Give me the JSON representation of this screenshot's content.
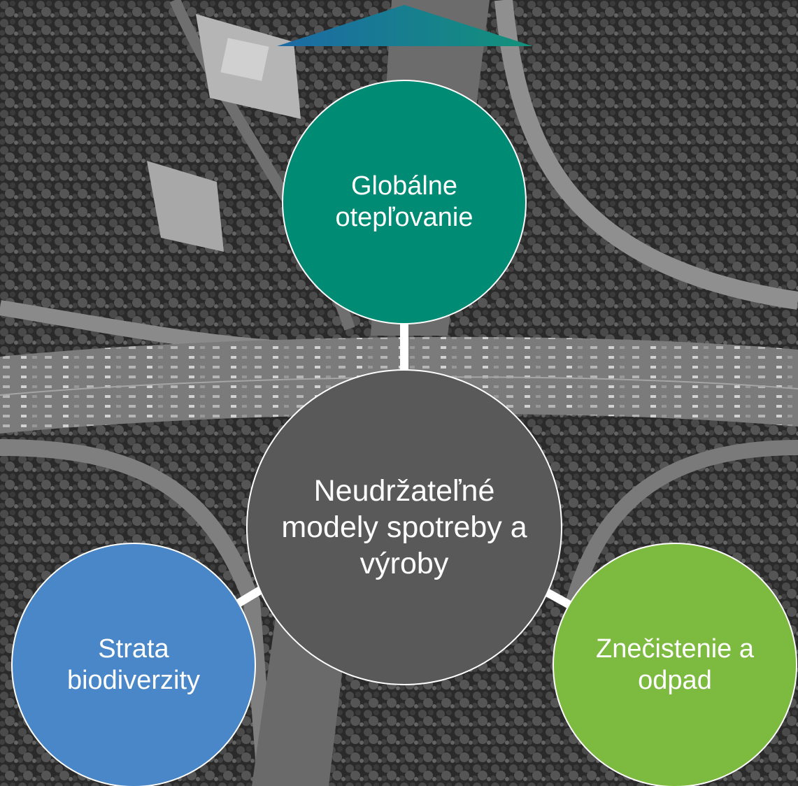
{
  "diagram": {
    "center": {
      "label": "Neudržateľné modely spotreby a výroby",
      "color": "#595959"
    },
    "top": {
      "label": "Globálne otepľovanie",
      "color": "#008b74"
    },
    "left": {
      "label": "Strata biodiverzity",
      "color": "#4a87c9"
    },
    "right": {
      "label": "Znečistenie a odpad",
      "color": "#7cbb3f"
    },
    "arrow": {
      "gradient_start": "#1c6aa5",
      "gradient_end": "#12927a"
    },
    "background": "aerial highway interchange photo, grayscale"
  }
}
